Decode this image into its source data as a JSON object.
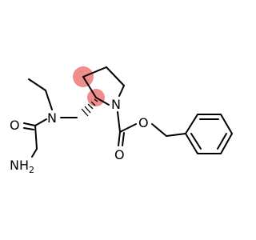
{
  "colors": {
    "background": "#ffffff",
    "bond": "#000000",
    "stereo_highlight": "#f08080"
  },
  "atoms": {
    "pyrrolidine_n": "N",
    "amide_n": "N",
    "carbonyl_o_amide": "O",
    "ester_o": "O",
    "carbonyl_o_ester": "O",
    "amine": "NH",
    "amine_subscript": "2"
  }
}
